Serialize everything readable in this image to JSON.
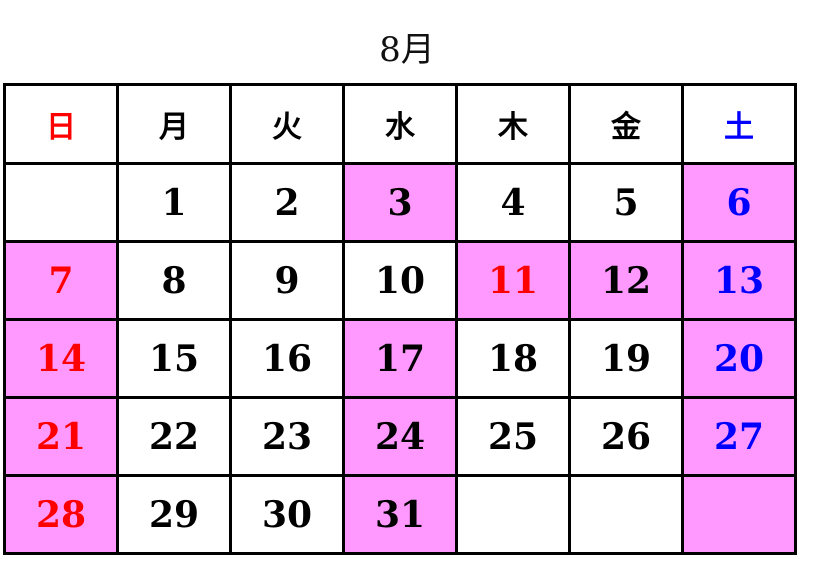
{
  "title": "8月",
  "weekdays": [
    "日",
    "月",
    "火",
    "水",
    "木",
    "金",
    "土"
  ],
  "colors": {
    "highlight": "#ff99ff",
    "sunday_holiday": "#ff0000",
    "saturday": "#0000ff",
    "weekday": "#000000"
  },
  "weeks": [
    [
      {
        "day": "",
        "color": "black",
        "highlight": false
      },
      {
        "day": "1",
        "color": "black",
        "highlight": false
      },
      {
        "day": "2",
        "color": "black",
        "highlight": false
      },
      {
        "day": "3",
        "color": "black",
        "highlight": true
      },
      {
        "day": "4",
        "color": "black",
        "highlight": false
      },
      {
        "day": "5",
        "color": "black",
        "highlight": false
      },
      {
        "day": "6",
        "color": "blue",
        "highlight": true
      }
    ],
    [
      {
        "day": "7",
        "color": "red",
        "highlight": true
      },
      {
        "day": "8",
        "color": "black",
        "highlight": false
      },
      {
        "day": "9",
        "color": "black",
        "highlight": false
      },
      {
        "day": "10",
        "color": "black",
        "highlight": false
      },
      {
        "day": "11",
        "color": "red",
        "highlight": true
      },
      {
        "day": "12",
        "color": "black",
        "highlight": true
      },
      {
        "day": "13",
        "color": "blue",
        "highlight": true
      }
    ],
    [
      {
        "day": "14",
        "color": "red",
        "highlight": true
      },
      {
        "day": "15",
        "color": "black",
        "highlight": false
      },
      {
        "day": "16",
        "color": "black",
        "highlight": false
      },
      {
        "day": "17",
        "color": "black",
        "highlight": true
      },
      {
        "day": "18",
        "color": "black",
        "highlight": false
      },
      {
        "day": "19",
        "color": "black",
        "highlight": false
      },
      {
        "day": "20",
        "color": "blue",
        "highlight": true
      }
    ],
    [
      {
        "day": "21",
        "color": "red",
        "highlight": true
      },
      {
        "day": "22",
        "color": "black",
        "highlight": false
      },
      {
        "day": "23",
        "color": "black",
        "highlight": false
      },
      {
        "day": "24",
        "color": "black",
        "highlight": true
      },
      {
        "day": "25",
        "color": "black",
        "highlight": false
      },
      {
        "day": "26",
        "color": "black",
        "highlight": false
      },
      {
        "day": "27",
        "color": "blue",
        "highlight": true
      }
    ],
    [
      {
        "day": "28",
        "color": "red",
        "highlight": true
      },
      {
        "day": "29",
        "color": "black",
        "highlight": false
      },
      {
        "day": "30",
        "color": "black",
        "highlight": false
      },
      {
        "day": "31",
        "color": "black",
        "highlight": true
      },
      {
        "day": "",
        "color": "black",
        "highlight": false
      },
      {
        "day": "",
        "color": "black",
        "highlight": false
      },
      {
        "day": "",
        "color": "black",
        "highlight": true
      }
    ]
  ]
}
